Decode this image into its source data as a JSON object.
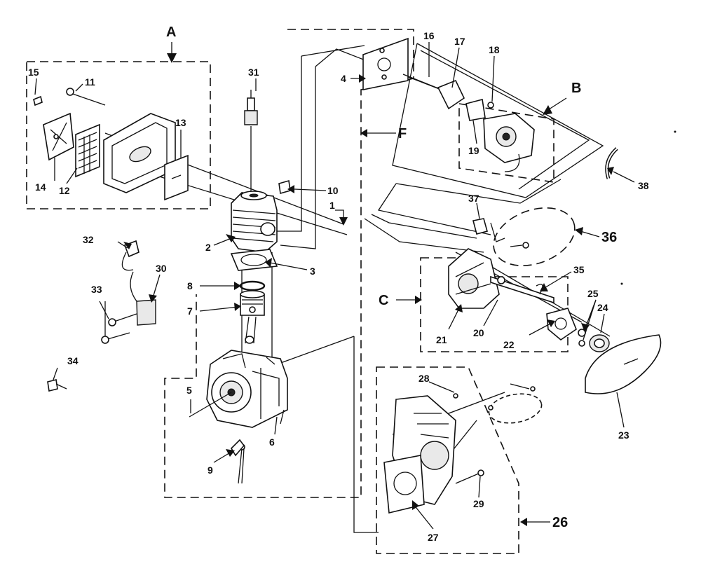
{
  "group_labels": [
    "A",
    "B",
    "C",
    "F",
    "26",
    "36"
  ],
  "part_numbers": [
    "1",
    "2",
    "3",
    "4",
    "5",
    "6",
    "7",
    "8",
    "9",
    "10",
    "11",
    "12",
    "13",
    "14",
    "15",
    "16",
    "17",
    "18",
    "19",
    "20",
    "21",
    "22",
    "23",
    "24",
    "25",
    "27",
    "28",
    "29",
    "30",
    "31",
    "32",
    "33",
    "34",
    "35",
    "37",
    "38"
  ]
}
